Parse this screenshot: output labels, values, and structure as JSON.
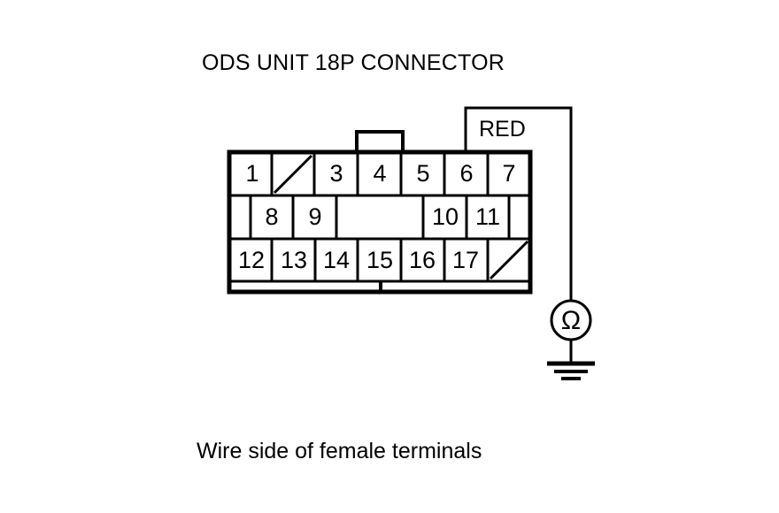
{
  "title": "ODS UNIT 18P CONNECTOR",
  "caption": "Wire side of female terminals",
  "wire": {
    "label": "RED",
    "color_name": "RED"
  },
  "meter": {
    "symbol": "Ω",
    "type": "ohmmeter",
    "ground": "chassis-ground"
  },
  "connector": {
    "name": "ODS UNIT 18P CONNECTOR",
    "pin_count": 18,
    "rows": [
      {
        "row": 1,
        "cells": [
          {
            "label": "1",
            "blank": false
          },
          {
            "label": "",
            "blank": true
          },
          {
            "label": "3",
            "blank": false
          },
          {
            "label": "4",
            "blank": false
          },
          {
            "label": "5",
            "blank": false
          },
          {
            "label": "6",
            "blank": false
          },
          {
            "label": "7",
            "blank": false
          }
        ]
      },
      {
        "row": 2,
        "cells": [
          {
            "label": "",
            "blank": true
          },
          {
            "label": "8",
            "blank": false
          },
          {
            "label": "9",
            "blank": false
          },
          {
            "label": "",
            "blank": true
          },
          {
            "label": "10",
            "blank": false
          },
          {
            "label": "11",
            "blank": false
          },
          {
            "label": "",
            "blank": true
          }
        ]
      },
      {
        "row": 3,
        "cells": [
          {
            "label": "12",
            "blank": false
          },
          {
            "label": "13",
            "blank": false
          },
          {
            "label": "14",
            "blank": false
          },
          {
            "label": "15",
            "blank": false
          },
          {
            "label": "16",
            "blank": false
          },
          {
            "label": "17",
            "blank": false
          },
          {
            "label": "",
            "blank": true
          }
        ]
      }
    ],
    "probe_pin": "6"
  },
  "colors": {
    "line": "#000000",
    "background": "#ffffff"
  }
}
